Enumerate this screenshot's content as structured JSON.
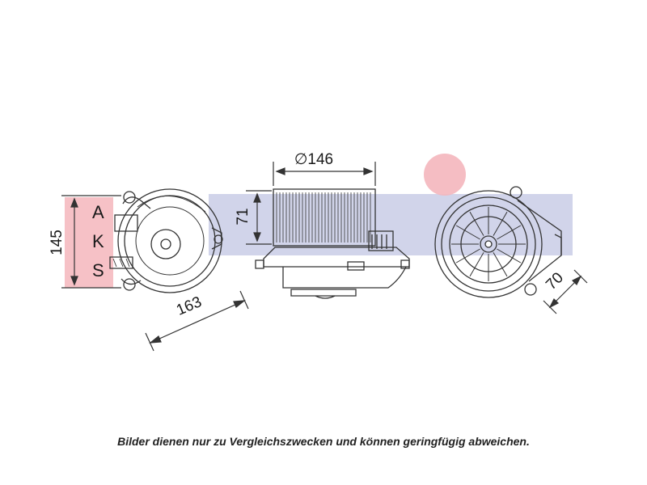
{
  "colors": {
    "brand_red": "#e0353f",
    "brand_pink": "#f4b6bc",
    "brand_blue": "#2b3990",
    "brand_blue_light": "#c9cde6",
    "line": "#333333"
  },
  "dimensions": {
    "height": "145",
    "length": "163",
    "wheel_height": "71",
    "diameter": "∅146",
    "depth": "70"
  },
  "watermark": {
    "side_letters": [
      "A",
      "K",
      "S"
    ]
  },
  "caption": "Bilder dienen nur zu Vergleichszwecken und können geringfügig abweichen."
}
